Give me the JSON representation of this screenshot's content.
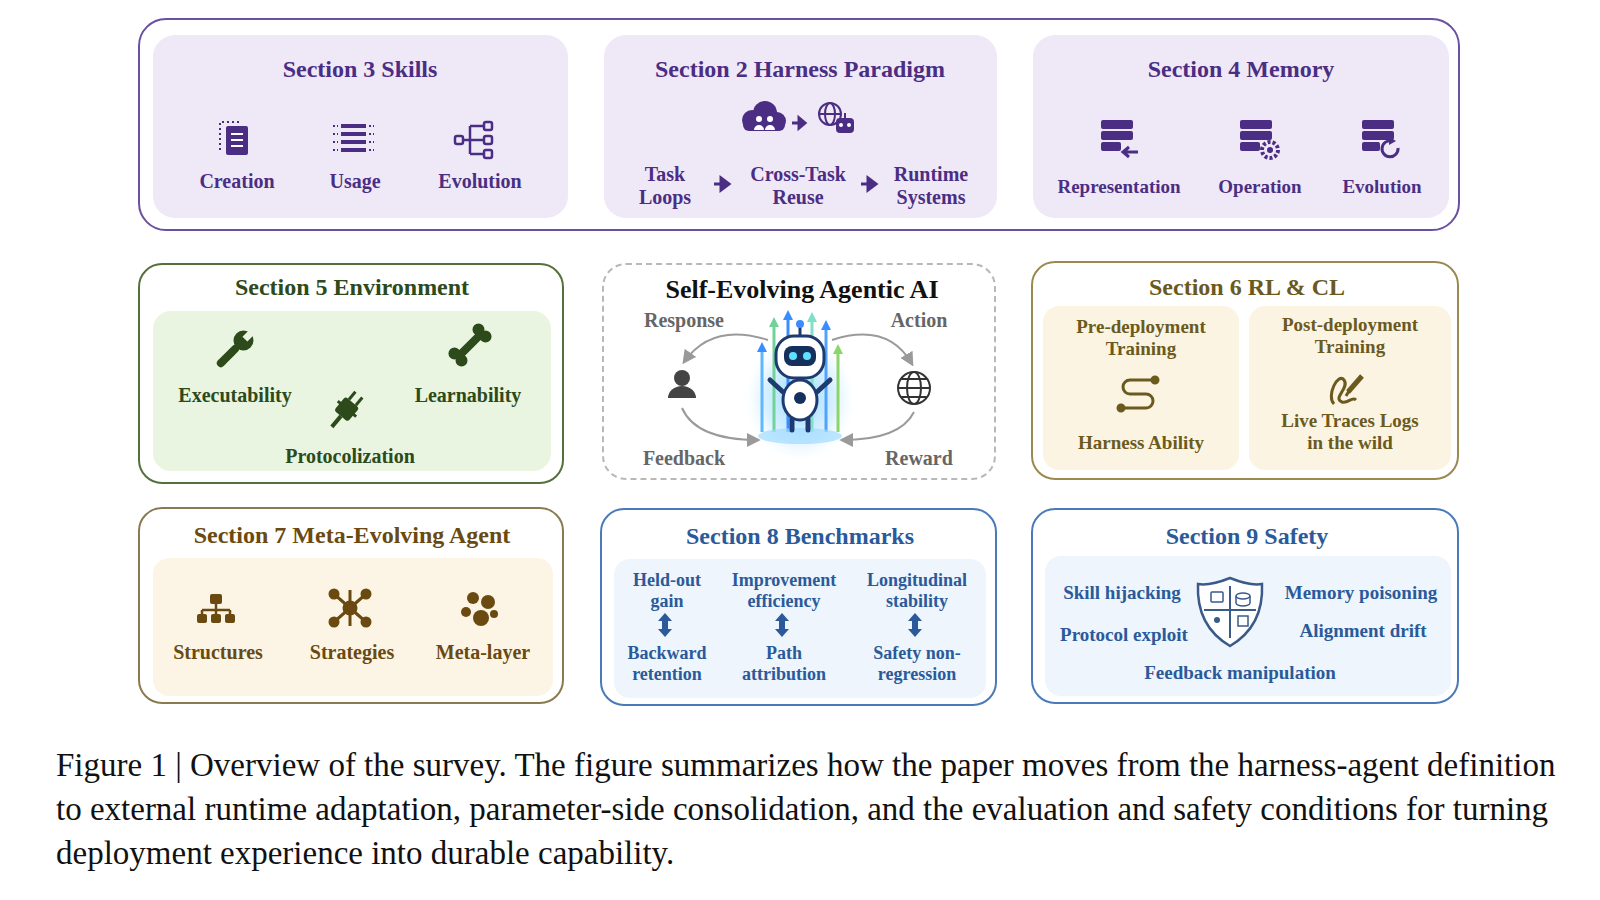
{
  "diagram": {
    "caption": "Figure 1 | Overview of the survey. The figure summarizes how the paper moves from the harness-agent definition to external runtime adaptation, parameter-side consolidation, and the evaluation and safety conditions for turning deployment experience into durable capability.",
    "nodes": [
      {
        "text": []
      },
      {
        "text": [
          "Section 3 Skills",
          "Creation",
          "Usage",
          "Evolution"
        ],
        "in": 0
      },
      {
        "text": [
          "Section 2 Harness Paradigm",
          "Task Loops",
          "Cross-Task Reuse",
          "Runtime Systems"
        ],
        "in": 0
      },
      {
        "text": [
          "Section 4 Memory",
          "Representation",
          "Operation",
          "Evolution"
        ],
        "in": 0
      },
      {
        "text": [
          "Section 5 Environment"
        ]
      },
      {
        "text": [
          "Executability",
          "Learnability",
          "Protocolization"
        ],
        "in": 4
      },
      {
        "text": [
          "Self-Evolving Agentic AI",
          "Response",
          "Action",
          "Feedback",
          "Reward"
        ]
      },
      {
        "text": [
          "Section 6 RL & CL"
        ]
      },
      {
        "text": [
          "Pre-deployment Training",
          "Harness Ability"
        ],
        "in": 7
      },
      {
        "text": [
          "Post-deployment Training",
          "Live Traces Logs in the wild"
        ],
        "in": 7
      },
      {
        "text": [
          "Section 7 Meta-Evolving Agent"
        ]
      },
      {
        "text": [
          "Structures",
          "Strategies",
          "Meta-layer"
        ],
        "in": 10
      },
      {
        "text": [
          "Section 8 Benchmarks"
        ]
      },
      {
        "text": [
          "Held-out gain",
          "Improvement efficiency",
          "Longitudinal stability",
          "Backward retention",
          "Path attribution",
          "Safety non-regression"
        ],
        "in": 12
      },
      {
        "text": [
          "Section 9 Safety"
        ]
      },
      {
        "text": [
          "Skill hijacking",
          "Memory poisoning",
          "Protocol exploit",
          "Alignment drift",
          "Feedback manipulation"
        ],
        "in": 14
      }
    ]
  }
}
